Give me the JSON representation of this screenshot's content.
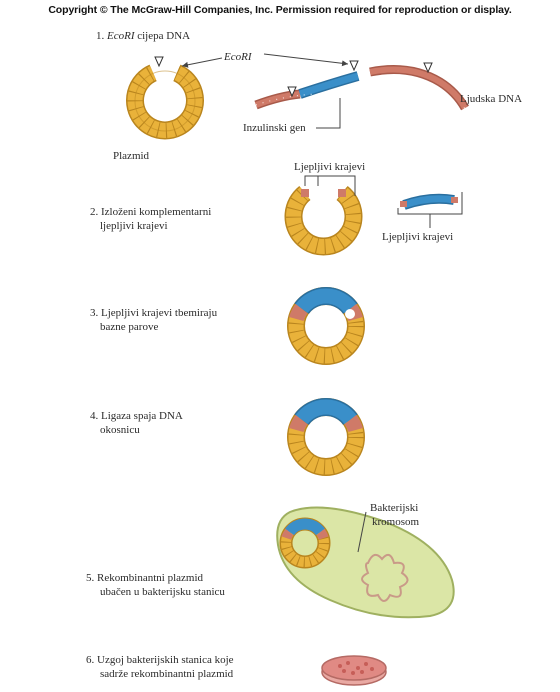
{
  "copyright": "Copyright © The McGraw-Hill Companies, Inc. Permission required for reproduction or display.",
  "steps": [
    {
      "number": "1.",
      "enzyme": "EcoRI",
      "rest": " cijepa DNA"
    },
    {
      "line1": "2. Izloženi komplementarni",
      "line2": "ljepljivi krajevi"
    },
    {
      "line1": "3. Ljepljivi krajevi tbemiraju",
      "line2": "bazne parove"
    },
    {
      "line1": "4. Ligaza spaja DNA",
      "line2": "okosnicu"
    },
    {
      "line1": "5. Rekombinantni plazmid",
      "line2": "ubačen u bakterijsku stanicu"
    },
    {
      "line1": "6. Uzgoj bakterijskih stanica koje",
      "line2": "sadrže rekombinantni plazmid"
    }
  ],
  "labels": {
    "ecori": "EcoRI",
    "human_dna": "Ljudska DNA",
    "insulin_gene": "Inzulinski gen",
    "plasmid": "Plazmid",
    "sticky_ends_top": "Ljepljivi krajevi",
    "sticky_ends_right": "Ljepljivi krajevi",
    "bacterial_chromosome_1": "Bakterijski",
    "bacterial_chromosome_2": "kromosom"
  },
  "colors": {
    "plasmid": "#e9b23a",
    "plasmid_dark": "#b9851e",
    "insulin_gene": "#3a8fc9",
    "human_dna": "#cf7a68",
    "bacterium": "#dbe6a6",
    "dish": "#e08a84"
  }
}
